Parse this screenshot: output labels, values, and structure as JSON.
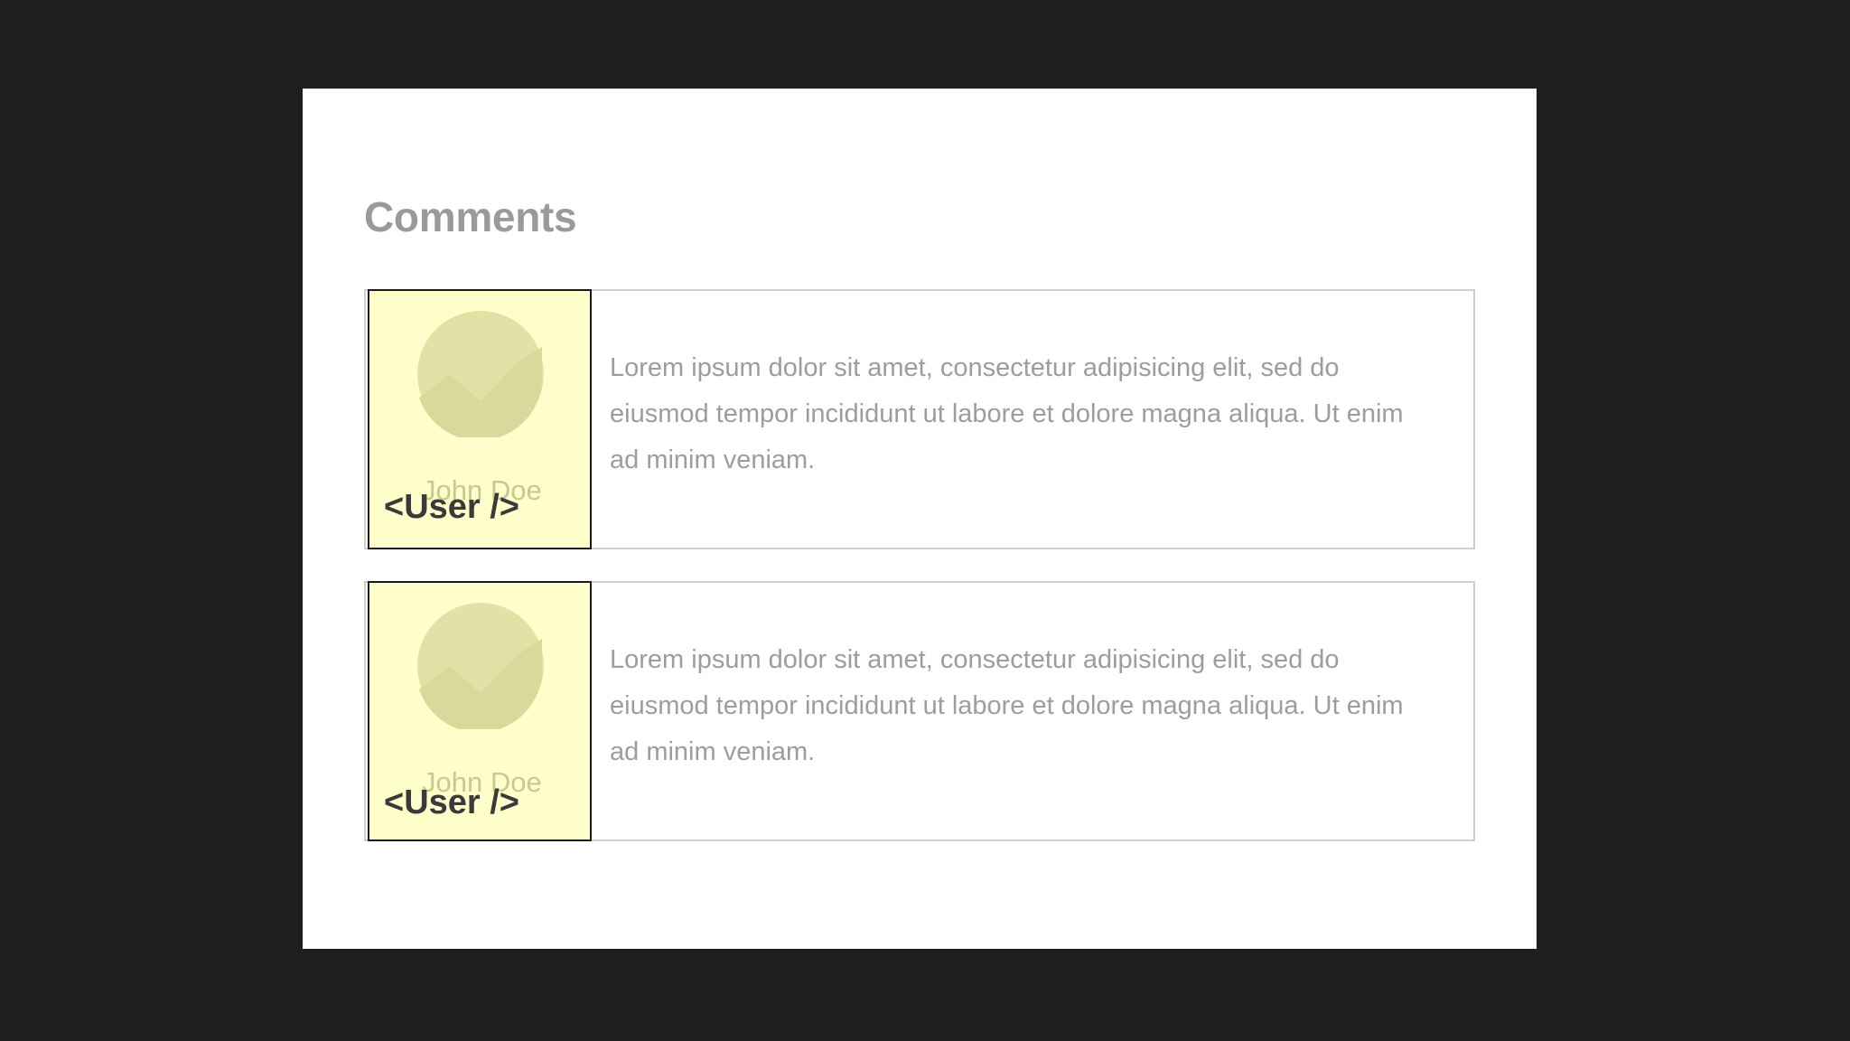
{
  "section": {
    "title": "Comments"
  },
  "comments": [
    {
      "user_tag": "<User />",
      "user_name": "John Doe",
      "avatar_icon": "avatar-placeholder-icon",
      "text": "Lorem ipsum dolor sit amet, consectetur adipisicing elit, sed do eiusmod tempor incididunt ut labore et dolore magna aliqua. Ut enim ad minim veniam."
    },
    {
      "user_tag": "<User />",
      "user_name": "John Doe",
      "avatar_icon": "avatar-placeholder-icon",
      "text": "Lorem ipsum dolor sit amet, consectetur adipisicing elit, sed do eiusmod tempor incididunt ut labore et dolore magna aliqua. Ut enim ad minim veniam."
    }
  ],
  "colors": {
    "background": "#1e1e1e",
    "card": "#ffffff",
    "user_highlight": "#ffffcc",
    "avatar": "#e2e2a6",
    "avatar_shadow": "#d8d89a",
    "text_muted": "#9d9d9d",
    "tag_text": "#3a3a3a"
  }
}
